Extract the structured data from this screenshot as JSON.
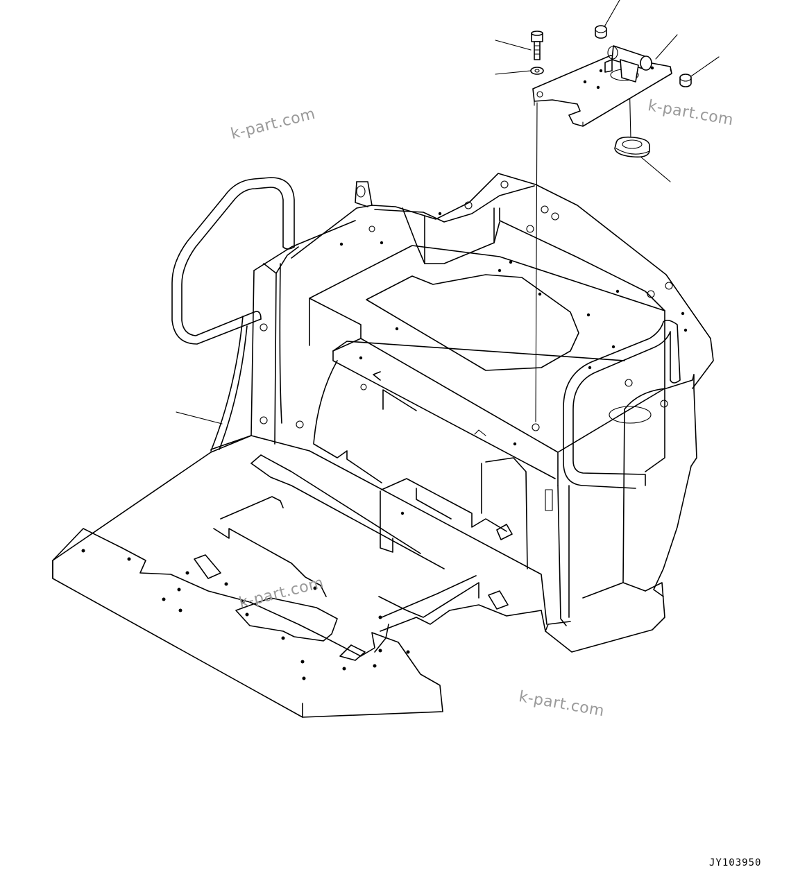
{
  "drawing_code": "JY103950",
  "watermarks": [
    "k-part.com",
    "k-part.com",
    "k-part.com",
    "k-part.com"
  ],
  "colors": {
    "line": "#000000",
    "watermark": "#9a9a9a",
    "background": "#ffffff"
  }
}
